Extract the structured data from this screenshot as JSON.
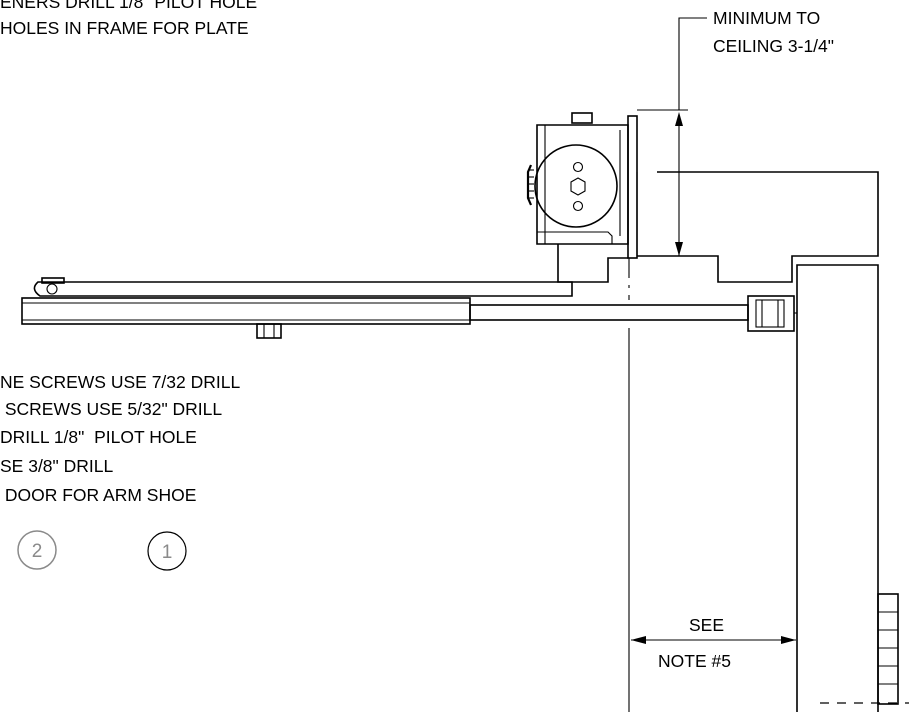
{
  "notes": {
    "top_line1": "ENERS DRILL 1/8\" PILOT HOLE",
    "top_line2": "HOLES IN FRAME FOR PLATE",
    "ceiling_line1": "MINIMUM TO",
    "ceiling_line2": "CEILING 3-1/4\"",
    "mid_line1": "NE SCREWS USE 7/32 DRILL",
    "mid_line2": " SCREWS USE 5/32\" DRILL",
    "mid_line3": "DRILL 1/8\"  PILOT HOLE",
    "mid_line4": "SE 3/8\" DRILL",
    "mid_line5": " DOOR FOR ARM SHOE",
    "see_line1": "SEE",
    "see_line2": "NOTE #5"
  },
  "callouts": {
    "left": "2",
    "right": "1"
  },
  "colors": {
    "line": "#000000",
    "callout": "#8a8a8a",
    "background": "#ffffff"
  }
}
